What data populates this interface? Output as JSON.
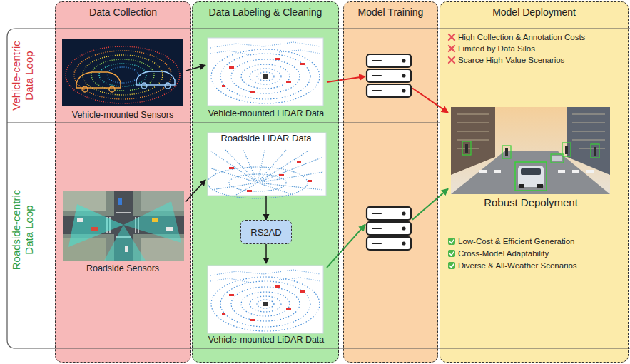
{
  "diagram": {
    "nodes": [
      {
        "text": [
          "Data Collection"
        ]
      },
      {
        "text": [
          "Vehicle-mounted Sensors"
        ],
        "in": 0
      },
      {
        "text": [
          "Roadside Sensors"
        ],
        "in": 0
      },
      {
        "text": [
          "Data Labeling & Cleaning"
        ]
      },
      {
        "text": [
          "Vehicle-mounted LiDAR Data"
        ],
        "in": 3
      },
      {
        "text": [
          "Roadside LiDAR Data"
        ],
        "in": 3
      },
      {
        "text": [
          "RS2AD"
        ],
        "in": 3
      },
      {
        "text": [
          "Vehicle-mounted LiDAR Data"
        ],
        "in": 3
      },
      {
        "text": [
          "Model Training"
        ]
      },
      {
        "text": [],
        "in": 8
      },
      {
        "text": [],
        "in": 8
      },
      {
        "text": [
          "Model Deployment"
        ]
      },
      {
        "text": [
          "Robust Depolyment"
        ],
        "in": 11
      }
    ],
    "edges": [
      {
        "from": 1,
        "to": 4,
        "arrow": "to"
      },
      {
        "from": 2,
        "to": 5,
        "arrow": "to"
      },
      {
        "from": 5,
        "to": 6,
        "arrow": "to"
      },
      {
        "from": 6,
        "to": 7,
        "arrow": "to"
      },
      {
        "from": 4,
        "to": 9,
        "arrow": "to"
      },
      {
        "from": 9,
        "to": 12,
        "arrow": "to"
      },
      {
        "from": 7,
        "to": 10,
        "arrow": "to"
      },
      {
        "from": 10,
        "to": 12,
        "arrow": "to"
      }
    ],
    "labels": [
      "Vehicle-centric Data Loop",
      "Roadside-centric Data Loop",
      "High Collection & Annotation Costs",
      "Limited by Data Silos",
      "Scarce High-Value Scenarios",
      "Low-Cost & Efficient Generation",
      "Cross-Model Adaptability",
      "Diverse & All-Weather Scenarios"
    ]
  }
}
